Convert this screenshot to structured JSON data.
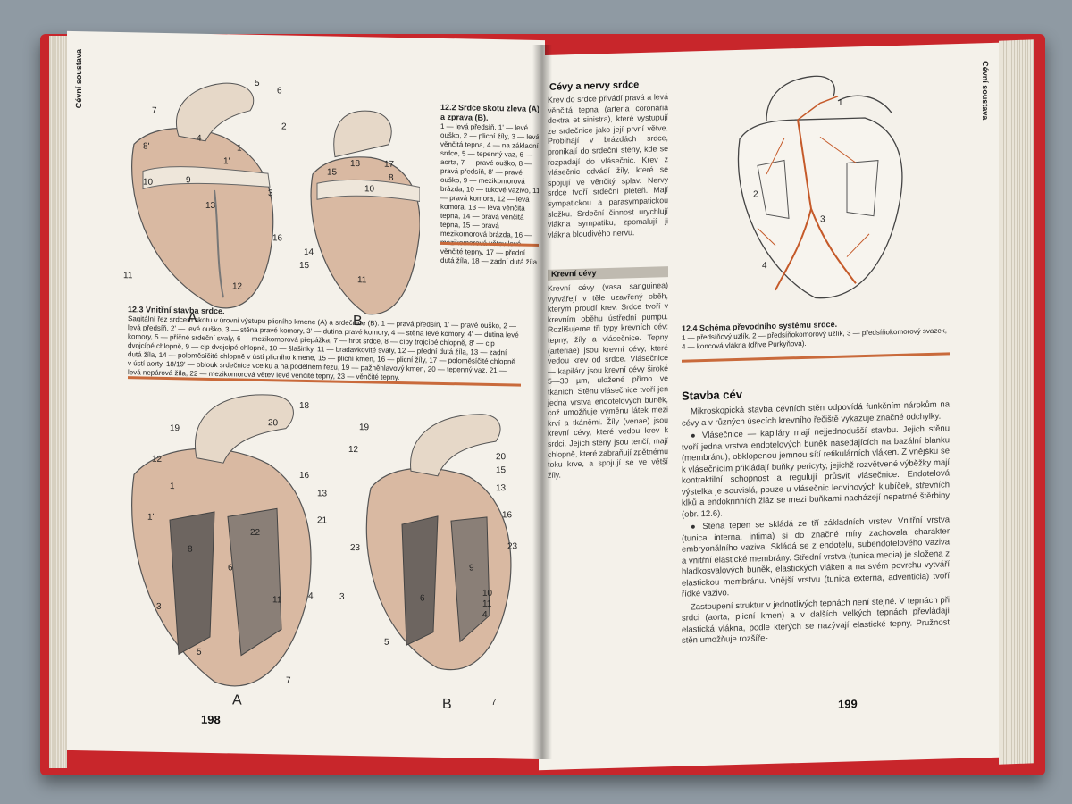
{
  "left_page": {
    "side_tab": "Cévní soustava",
    "page_number": "198",
    "fig_12_2": {
      "caption_title": "12.2 Srdce skotu zleva (A) a zprava (B).",
      "caption_text": "1 — levá předsíň, 1' — levé ouško, 2 — plicní žíly, 3 — levá věnčitá tepna, 4 — na základní srdce, 5 — tepenný vaz, 6 — aorta, 7 — pravé ouško, 8 — pravá předsíň, 8' — pravé ouško, 9 — mezikomorová brázda, 10 — tukové vazivo, 11 — pravá komora, 12 — levá komora, 13 — levá věnčitá tepna, 14 — pravá věnčitá tepna, 15 — pravá mezikomorová brázda, 16 — mezikomorová větev levé věnčité tepny, 17 — přední dutá žíla, 18 — zadní dutá žíla"
    },
    "fig_12_3": {
      "caption_title": "12.3 Vnitřní stavba srdce.",
      "caption_text": "Sagitální řez srdcem skotu v úrovni výstupu plicního kmene (A) a srdečnice (B). 1 — pravá předsíň, 1' — pravé ouško, 2 — levá předsíň, 2' — levé ouško, 3 — stěna pravé komory, 3' — dutina pravé komory, 4 — stěna levé komory, 4' — dutina levé komory, 5 — příčné srdeční svaly, 6 — mezikomorová přepážka, 7 — hrot srdce, 8 — cípy trojcípé chlopně, 8' — cip dvojcípé chlopně, 9 — cip dvojcípé chlopně, 10 — šlašinky, 11 — bradavkovité svaly, 12 — přední dutá žíla, 13 — zadní dutá žíla, 14 — poloměsíčité chlopně v ústí plicního kmene, 15 — plicní kmen, 16 — plicní žíly, 17 — poloměsíčité chlopně v ústí aorty, 18/19' — oblouk srdečnice vcelku a na podélném řezu, 19 — pažněhlavový kmen, 20 — tepenný vaz, 21 — levá nepárová žíla, 22 — mezikomorová větev levé věnčité tepny, 23 — věnčité tepny.",
      "label_a": "A",
      "label_b": "B"
    },
    "fig_labels": {
      "a": "A",
      "b": "B"
    }
  },
  "right_page": {
    "side_tab": "Cévní soustava",
    "page_number": "199",
    "col1_heading": "Cévy a nervy srdce",
    "col1_text": "Krev do srdce přivádí pravá a levá věnčitá tepna (arteria coronaria dextra et sinistra), které vystupují ze srdečnice jako její první větve. Probíhají v brázdách srdce, pronikají do srdeční stěny, kde se rozpadají do vlásečnic. Krev z vlásečnic odvádí žíly, které se spojují ve věnčitý splav. Nervy srdce tvoří srdeční pleteň. Mají sympatickou a parasympatickou složku. Srdeční činnost urychlují vlákna sympatiku, zpomalují ji vlákna bloudivého nervu.",
    "section_heading": "Krevní cévy",
    "col1_text2": "Krevní cévy (vasa sanguinea) vytvářejí v těle uzavřený oběh, kterým proudí krev. Srdce tvoří v krevním oběhu ústřední pumpu. Rozlišujeme tři typy krevních cév: tepny, žíly a vlásečnice. Tepny (arteriae) jsou krevní cévy, které vedou krev od srdce. Vlásečnice — kapiláry jsou krevní cévy široké 5—30 µm, uložené přímo ve tkáních. Stěnu vlásečnice tvoří jen jedna vrstva endotelových buněk, což umožňuje výměnu látek mezi krví a tkáněmi. Žíly (venae) jsou krevní cévy, které vedou krev k srdci. Jejich stěny jsou tenčí, mají chlopně, které zabraňují zpětnému toku krve, a spojují se ve větší žíly.",
    "fig_12_4": {
      "caption_title": "12.4 Schéma převodního systému srdce.",
      "caption_text": "1 — předsíňový uzlík, 2 — předsíňokomorový uzlík, 3 — předsíňokomorový svazek, 4 — koncová vlákna (dříve Purkyňova)."
    },
    "col2_heading": "Stavba cév",
    "col2_p1": "Mikroskopická stavba cévních stěn odpovídá funkčním nárokům na cévy a v různých úsecích krevního řečiště vykazuje značné odchylky.",
    "col2_p2": "● Vlásečnice — kapiláry mají nejjednodušší stavbu. Jejich stěnu tvoří jedna vrstva endotelových buněk nasedajících na bazální blanku (membránu), obklopenou jemnou sítí retikulárních vláken. Z vnějšku se k vlásečnicím přikládají buňky pericyty, jejichž rozvětvené výběžky mají kontraktilní schopnost a regulují průsvit vlásečnice. Endotelová výstelka je souvislá, pouze u vlásečnic ledvinových klubíček, střevních klků a endokrinních žláz se mezi buňkami nacházejí nepatrné štěrbiny (obr. 12.6).",
    "col2_p3": "● Stěna tepen se skládá ze tří základních vrstev. Vnitřní vrstva (tunica interna, intima) si do značné míry zachovala charakter embryonálního vaziva. Skládá se z endotelu, subendotelového vaziva a vnitřní elastické membrány. Střední vrstva (tunica media) je složena z hladkosvalových buněk, elastických vláken a na svém povrchu vytváří elastickou membránu. Vnější vrstvu (tunica externa, adventicia) tvoří řídké vazivo.",
    "col2_p4": "Zastoupení struktur v jednotlivých tepnách není stejné. V tepnách při srdci (aorta, plicní kmen) a v dalších velkých tepnách převládají elastická vlákna, podle kterých se nazývají elastické tepny. Pružnost stěn umožňuje rozšíře-"
  },
  "colors": {
    "cover": "#c8262b",
    "paper": "#f4f1ea",
    "accent_orange": "#c96a3b",
    "heart_fill": "#d9b9a2",
    "conduction": "#c55a2a"
  }
}
